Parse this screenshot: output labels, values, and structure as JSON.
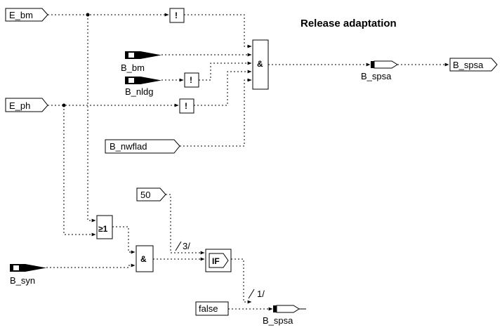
{
  "title": "Release adaptation",
  "inputs": {
    "e_bm": "E_bm",
    "e_ph": "E_ph",
    "b_nwflad": "B_nwflad",
    "const_50": "50",
    "const_false": "false"
  },
  "signals": {
    "b_bm": "B_bm",
    "b_nldg": "B_nldg",
    "b_syn": "B_syn",
    "b_spsa_mid": "B_spsa",
    "b_spsa_bottom": "B_spsa"
  },
  "output": "B_spsa",
  "blocks": {
    "not_symbol": "!",
    "and_symbol": "&",
    "or_symbol": "≥1",
    "if_symbol": "IF",
    "bus_3": "3/",
    "bus_1": "1/"
  }
}
